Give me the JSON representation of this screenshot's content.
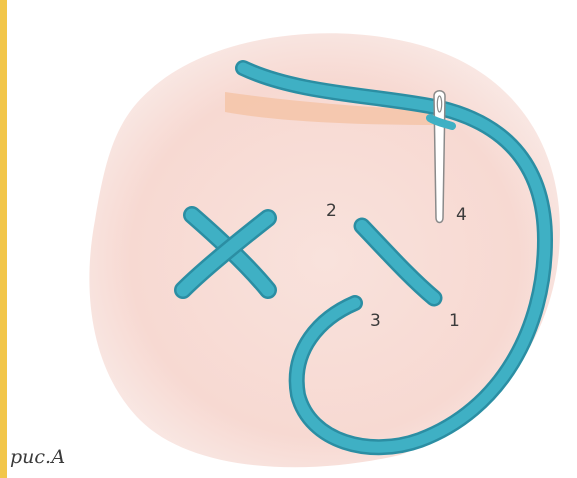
{
  "caption": "рис.А",
  "point_labels": {
    "p1": "1",
    "p2": "2",
    "p3": "3",
    "p4": "4"
  },
  "colors": {
    "thread": "#3fb0c4",
    "thread_shadow": "#2b8ea3",
    "fabric": "#f7dcd6",
    "fabric_fold": "#f4c4a8",
    "needle": "#ffffff",
    "needle_outline": "#8a8a8a",
    "side_strip": "#f2c64a",
    "label_text": "#3b3b3b"
  },
  "elements": {
    "finished_stitch": "cross-stitch",
    "needle": "needle-icon",
    "thread": "thread-strand"
  }
}
